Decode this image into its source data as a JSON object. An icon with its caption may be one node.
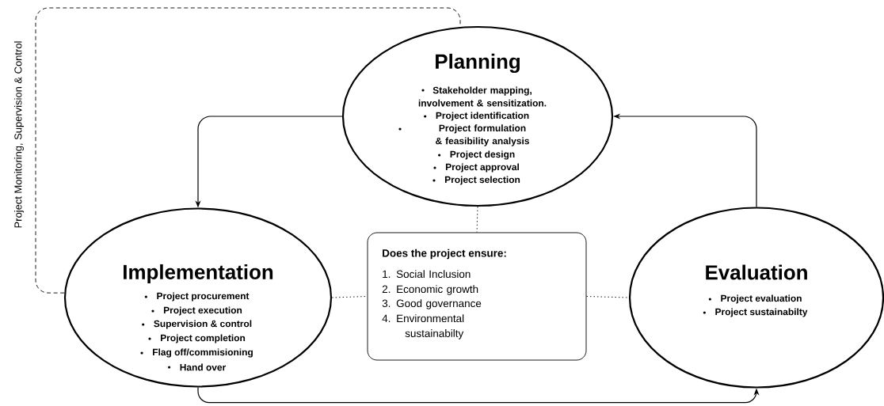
{
  "diagram": {
    "nodes": [
      {
        "text": [
          "Planning",
          "Stakeholder mapping, involvement & sensitization.",
          "Project identification",
          "Project formulation & feasibility analysis",
          "Project design",
          "Project approval",
          "Project selection"
        ]
      },
      {
        "text": [
          "Implementation",
          "Project procurement",
          "Project execution",
          "Supervision & control",
          "Project completion",
          "Flag off/commisioning",
          "Hand over"
        ]
      },
      {
        "text": [
          "Does the project ensure:",
          "1. Social Inclusion",
          "2. Economic growth",
          "3. Good governance",
          "4. Environmental sustainabilty"
        ]
      },
      {
        "text": [
          "Evaluation",
          "Project evaluation",
          "Project sustainabilty"
        ]
      }
    ],
    "edges": [
      {
        "from": 0,
        "to": 1,
        "arrow": "to"
      },
      {
        "from": 1,
        "to": 3,
        "arrow": "to"
      },
      {
        "from": 3,
        "to": 0,
        "arrow": "to"
      },
      {
        "from": 1,
        "to": 0,
        "arrow": "none",
        "style": "dashed",
        "label": "Project Monitoring, Supervision & Control"
      },
      {
        "from": 0,
        "to": 2,
        "arrow": "none",
        "style": "dashed"
      },
      {
        "from": 1,
        "to": 2,
        "arrow": "none",
        "style": "dashed"
      },
      {
        "from": 2,
        "to": 3,
        "arrow": "none",
        "style": "dashed"
      }
    ]
  }
}
